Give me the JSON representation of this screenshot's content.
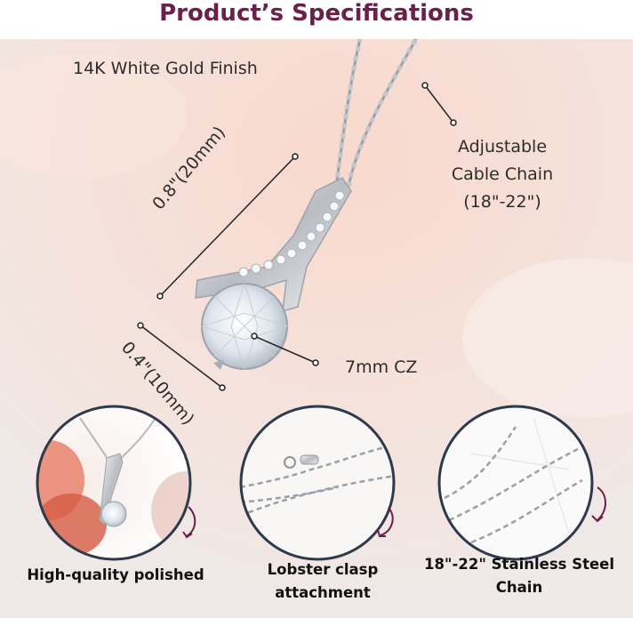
{
  "title": "Product’s Specifications",
  "specs": {
    "finish": "14K White Gold Finish",
    "chain": [
      "Adjustable",
      "Cable Chain",
      "(18\"-22\")"
    ],
    "stone": "7mm CZ",
    "pendant_length": "0.8\"(20mm)",
    "pendant_width": "0.4\"(10mm)"
  },
  "features": [
    {
      "caption": [
        "High-quality polished"
      ]
    },
    {
      "caption": [
        "Lobster clasp",
        "attachment"
      ]
    },
    {
      "caption": [
        "18\"-22\" Stainless Steel",
        "Chain"
      ]
    }
  ],
  "colors": {
    "title": "#6b1f4b",
    "accent_arrow": "#6b1f4b",
    "circle_border": "#2e3a4c",
    "background": "#f6e0d8"
  }
}
